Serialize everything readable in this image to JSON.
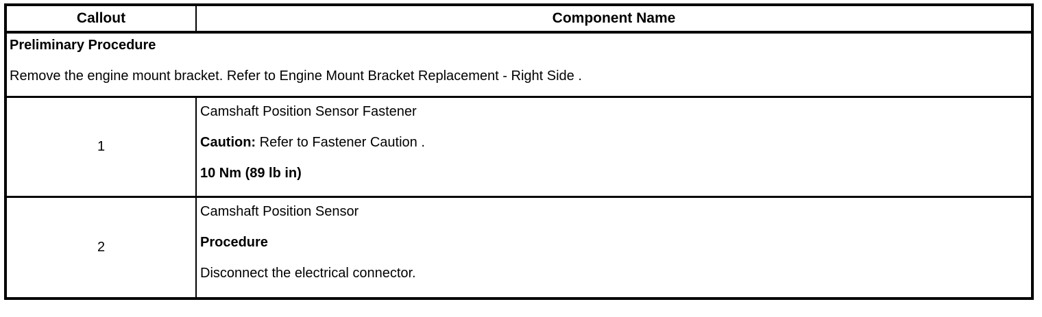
{
  "table": {
    "headers": [
      "Callout",
      "Component Name"
    ],
    "preliminary": {
      "title": "Preliminary Procedure",
      "instruction": "Remove the engine mount bracket. Refer to Engine Mount Bracket Replacement - Right Side ."
    },
    "rows": [
      {
        "callout": "1",
        "component": "Camshaft Position Sensor Fastener",
        "caution_label": "Caution:",
        "caution_text": "Refer to Fastener Caution .",
        "torque": "10 Nm (89 lb in)"
      },
      {
        "callout": "2",
        "component": "Camshaft Position Sensor",
        "procedure_label": "Procedure",
        "procedure_text": "Disconnect the electrical connector."
      }
    ]
  }
}
